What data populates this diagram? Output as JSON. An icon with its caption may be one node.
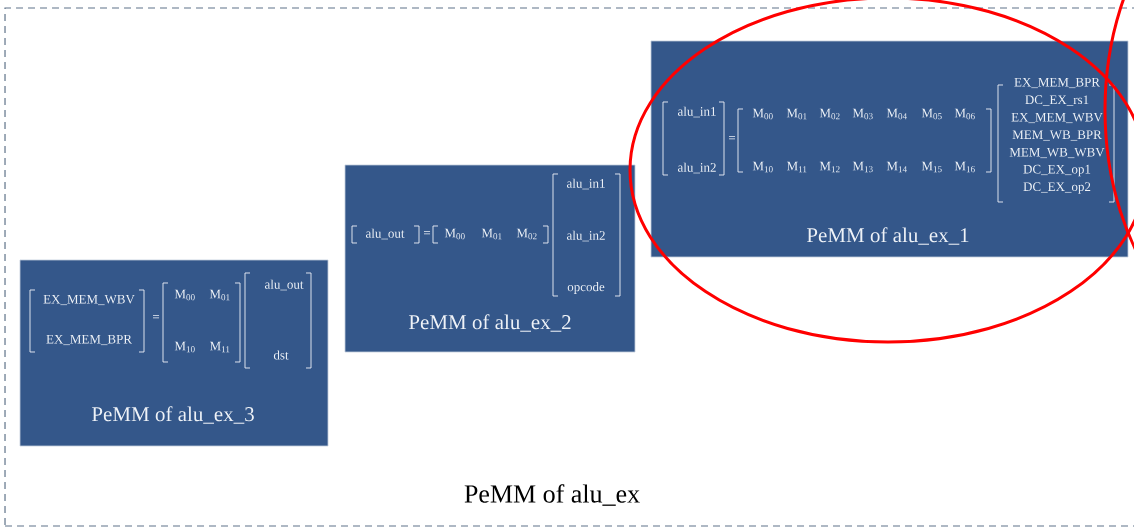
{
  "diagram": {
    "nodes": [
      {
        "text": [
          "PeMM of alu_ex"
        ]
      },
      {
        "text": [
          "alu_in1",
          "alu_in2",
          "=",
          "M$_{00}$",
          "M$_{01}$",
          "M$_{02}$",
          "M$_{03}$",
          "M$_{04}$",
          "M$_{05}$",
          "M$_{06}$",
          "M$_{10}$",
          "M$_{11}$",
          "M$_{12}$",
          "M$_{13}$",
          "M$_{14}$",
          "M$_{15}$",
          "M$_{16}$",
          "EX_MEM_BPR",
          "DC_EX_rs1",
          "EX_MEM_WBV",
          "MEM_WB_BPR",
          "MEM_WB_WBV",
          "DC_EX_op1",
          "DC_EX_op2",
          "PeMM of alu_ex_1"
        ],
        "in": 0
      },
      {
        "text": [
          "alu_out",
          "=",
          "M$_{00}$",
          "M$_{01}$",
          "M$_{02}$",
          "alu_in1",
          "alu_in2",
          "opcode",
          "PeMM of alu_ex_2"
        ],
        "in": 0
      },
      {
        "text": [
          "EX_MEM_WBV",
          "EX_MEM_BPR",
          "=",
          "M$_{00}$",
          "M$_{01}$",
          "M$_{10}$",
          "M$_{11}$",
          "alu_out",
          "dst",
          "PeMM of alu_ex_3"
        ],
        "in": 0
      }
    ]
  }
}
